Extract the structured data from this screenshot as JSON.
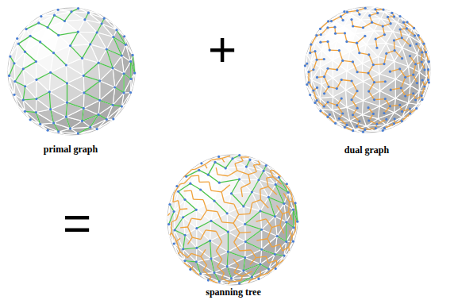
{
  "diagram": {
    "labels": [
      "primal graph",
      "+",
      "dual graph",
      "=",
      "spanning tree"
    ]
  }
}
